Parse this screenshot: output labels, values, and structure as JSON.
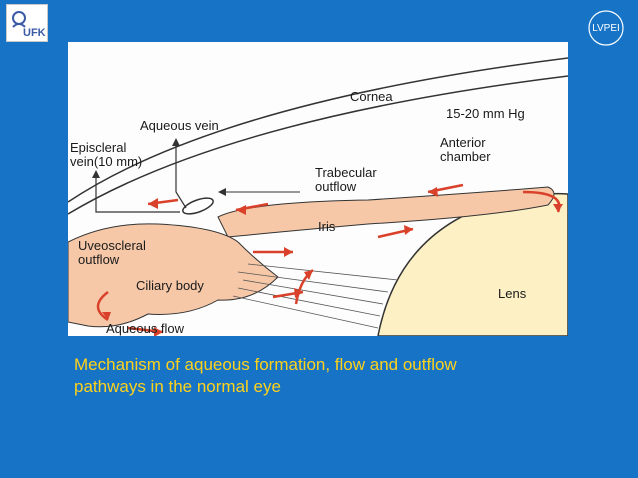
{
  "logos": {
    "left_text": "UFK",
    "right_text": "LVPEI"
  },
  "diagram": {
    "labels": {
      "cornea": "Cornea",
      "pressure": "15-20 mm Hg",
      "aqueous_vein": "Aqueous vein",
      "episcleral_vein_line1": "Episcleral",
      "episcleral_vein_line2": "vein(10 mm)",
      "anterior_chamber_line1": "Anterior",
      "anterior_chamber_line2": "chamber",
      "trabecular_line1": "Trabecular",
      "trabecular_line2": "outflow",
      "iris": "Iris",
      "uveoscleral_line1": "Uveoscleral",
      "uveoscleral_line2": "outflow",
      "ciliary_body": "Ciliary body",
      "lens": "Lens",
      "aqueous_flow": "Aqueous flow"
    },
    "colors": {
      "tissue": "#f6c8a8",
      "lens": "#fcf0c4",
      "flow_arrow": "#d9412b",
      "outline": "#333333"
    }
  },
  "caption": {
    "line1": "Mechanism of aqueous formation, flow and outflow",
    "line2": "pathways in the normal eye"
  }
}
